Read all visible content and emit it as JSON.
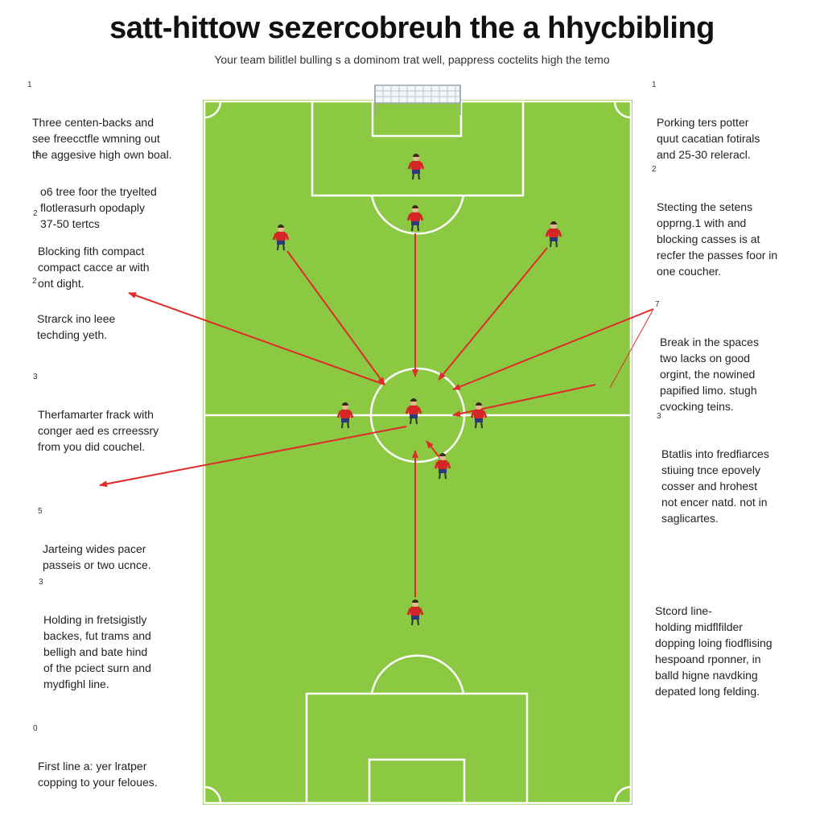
{
  "header": {
    "title": "satt-hittow sezercobreuh the a hhycbibling",
    "subtitle": "Your team bilitlel bulling s a dominom trat well, pappress coctelits high the temo"
  },
  "colors": {
    "pitch": "#8bc943",
    "lines": "#ffffff",
    "arrow": "#e12a2a",
    "player_shirt": "#d42626",
    "player_shorts": "#2a3a7a"
  },
  "left_notes": [
    {
      "num": "1",
      "text": "Three centen-backs and\nsee freecctfle wmning out\nthe aggesive high own boal."
    },
    {
      "num": "1",
      "text": "o6 tree foor the tryelted\nflotlerasurh opodaply\n37-50 tertcs"
    },
    {
      "num": "2",
      "text": "Blocking fith compact\ncompact cacce ar with\nont dight."
    },
    {
      "num": "2",
      "text": "Strarck ino leee\ntechding yeth."
    },
    {
      "num": "3",
      "text": "Therfamarter frack with\nconger aed es crreessry\nfrom you did couchel."
    },
    {
      "num": "5",
      "text": "Jarteing wides pacer\npasseis or two ucnce."
    },
    {
      "num": "3",
      "text": "Holding in fretsigistly\nbackes, fut trams and\nbelligh and bate hind\nof the pciect surn and\nmydfighl line."
    },
    {
      "num": "0",
      "text": "First line a: yer lratper\ncopping to your feloues."
    }
  ],
  "right_notes": [
    {
      "num": "1",
      "text": "Porking ters potter\nquut cacatian fotirals\nand 25-30 releracl."
    },
    {
      "num": "2",
      "text": "Stecting the setens\nopprng.1 with and\nblocking casses is at\nrecfer the passes foor in\none coucher."
    },
    {
      "num": "7",
      "text": "Break in the spaces\ntwo lacks on good\norgint, the nowined\npapified limo. stugh\ncvocking teins."
    },
    {
      "num": "3",
      "text": "Btatlis into fredfiarces\nstiuing tnce epovely\ncosser and hrohest\nnot encer natd. not in\nsaglicartes."
    },
    {
      "num": "",
      "text": "Stcord line-\nholding midflfilder\ndopping loing fiodflising\nhespoand rponner, in\nballd higne navdking\ndepated long felding."
    }
  ]
}
